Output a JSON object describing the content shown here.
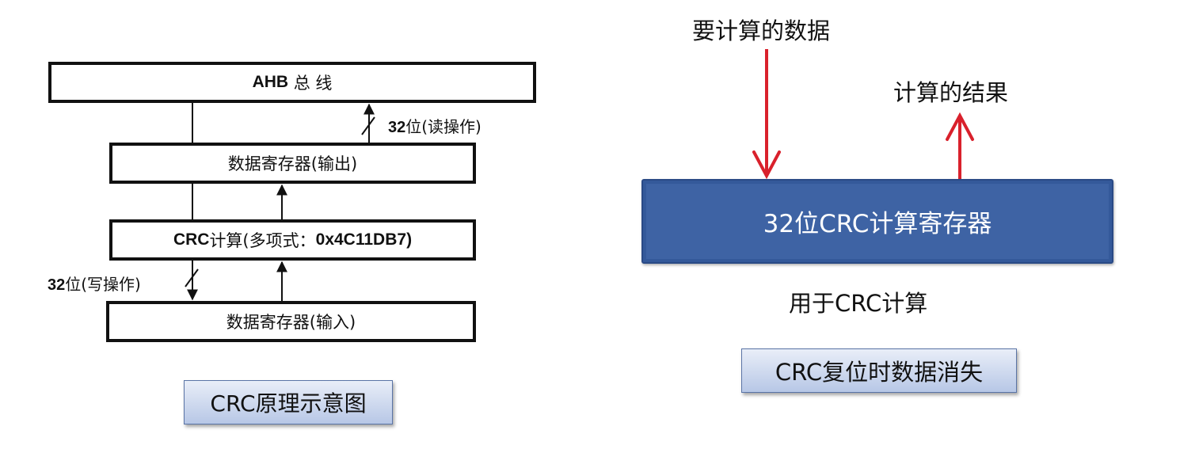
{
  "left_diagram": {
    "ahb_bus": {
      "prefix": "AHB",
      "label": "总 线"
    },
    "data_register_out": {
      "label": "数据寄存器(输出)"
    },
    "crc_calc": {
      "prefix": "CRC",
      "label": "计算(多项式：",
      "value": "0x4C11DB7",
      "suffix": ")"
    },
    "data_register_in": {
      "label": "数据寄存器(输入)"
    },
    "read_label": {
      "num": "32",
      "text": "位(读操作)"
    },
    "write_label": {
      "num": "32",
      "text": "位(写操作)"
    },
    "caption": "CRC原理示意图"
  },
  "right_diagram": {
    "input_label": "要计算的数据",
    "output_label": "计算的结果",
    "register_label": "32位CRC计算寄存器",
    "purpose_label": "用于CRC计算",
    "reset_note": "CRC复位时数据消失",
    "arrow_color": "#d9212c",
    "register_color": "#3e63a4"
  }
}
